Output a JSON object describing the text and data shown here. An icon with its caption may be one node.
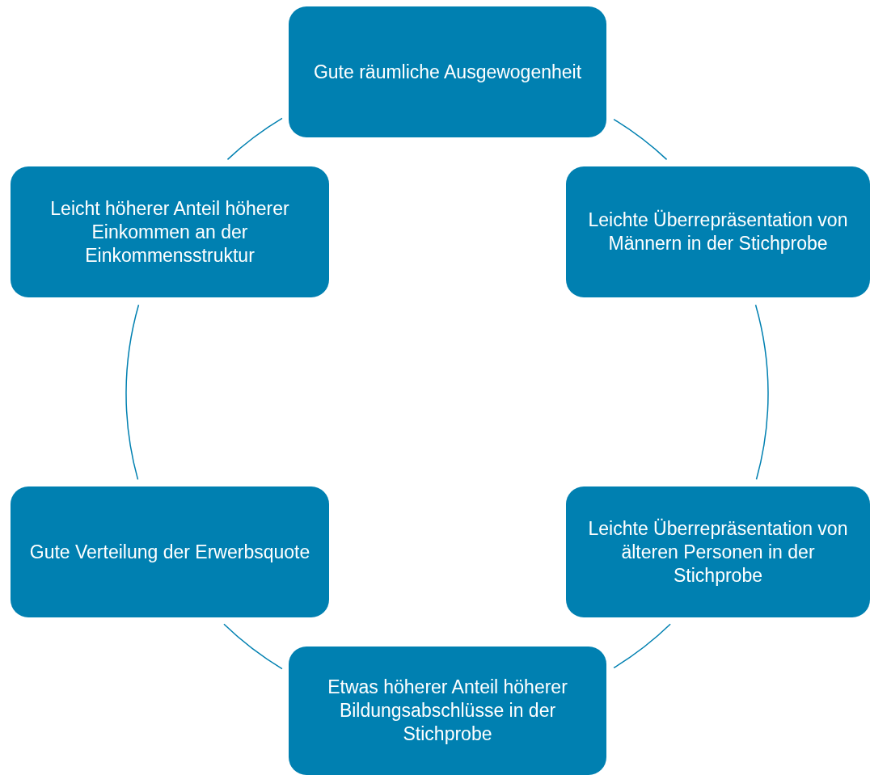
{
  "diagram": {
    "nodes": [
      {
        "text": [
          "Gute räumliche Ausgewogenheit"
        ]
      },
      {
        "text": [
          "Leichte Überrepräsentation von Männern in der Stichprobe"
        ]
      },
      {
        "text": [
          "Leichte Überrepräsentation von älteren Personen in der Stichprobe"
        ]
      },
      {
        "text": [
          "Etwas höherer Anteil höherer Bildungsabschlüsse in der Stichprobe"
        ]
      },
      {
        "text": [
          "Gute Verteilung der Erwerbsquote"
        ]
      },
      {
        "text": [
          "Leicht höherer Anteil höherer Einkommen an der Einkommensstruktur"
        ]
      }
    ],
    "edges": [
      {
        "from": 0,
        "to": 1,
        "arrow": "none"
      },
      {
        "from": 1,
        "to": 2,
        "arrow": "none"
      },
      {
        "from": 2,
        "to": 3,
        "arrow": "none"
      },
      {
        "from": 3,
        "to": 4,
        "arrow": "none"
      },
      {
        "from": 4,
        "to": 5,
        "arrow": "none"
      },
      {
        "from": 5,
        "to": 0,
        "arrow": "none"
      }
    ]
  }
}
